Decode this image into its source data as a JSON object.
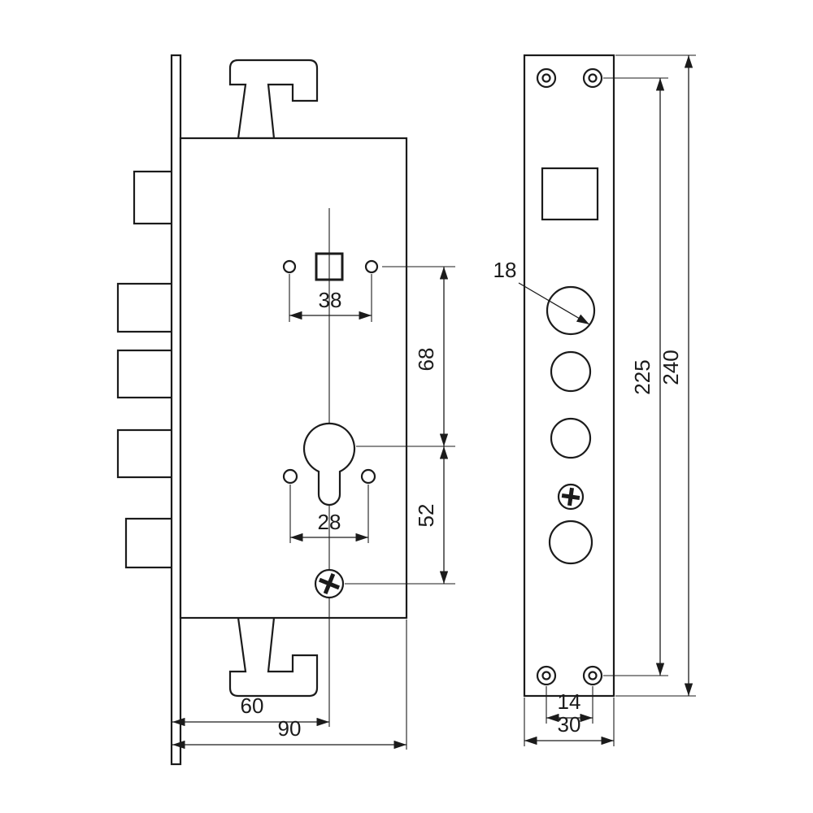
{
  "drawing": {
    "kind": "technical dimensional drawing",
    "subject": "mortise door lock body (side view) and faceplate (front view)"
  },
  "dims": {
    "spindle_holes_spacing": "38",
    "spindle_to_cylinder": "68",
    "cylinder_to_screw": "52",
    "cylinder_holes_spacing": "28",
    "backset": "60",
    "body_width": "90",
    "hole_diameter": "18",
    "screws_span": "225",
    "faceplate_length": "240",
    "screws_spacing": "14",
    "faceplate_width": "30"
  },
  "colors": {
    "line": "#1b1b1b",
    "background": "#ffffff"
  }
}
